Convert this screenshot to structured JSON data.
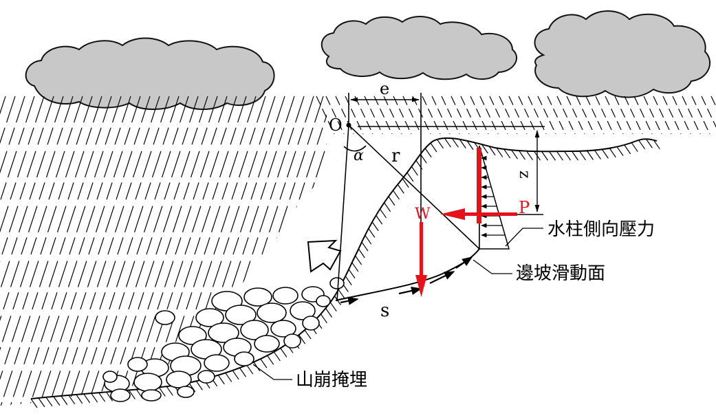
{
  "labels": {
    "origin": "O",
    "angle": "α",
    "radius": "r",
    "eccentricity": "e",
    "weight": "W",
    "pressure": "P",
    "arc_length": "s",
    "water_depth": "z"
  },
  "annotations": {
    "water_pressure": "水柱側向壓力",
    "slip_surface": "邊坡滑動面",
    "landslide_burial": "山崩掩埋"
  },
  "colors": {
    "force": "#e8111a",
    "cloud_fill": "#c8c8c8",
    "line": "#000000"
  }
}
